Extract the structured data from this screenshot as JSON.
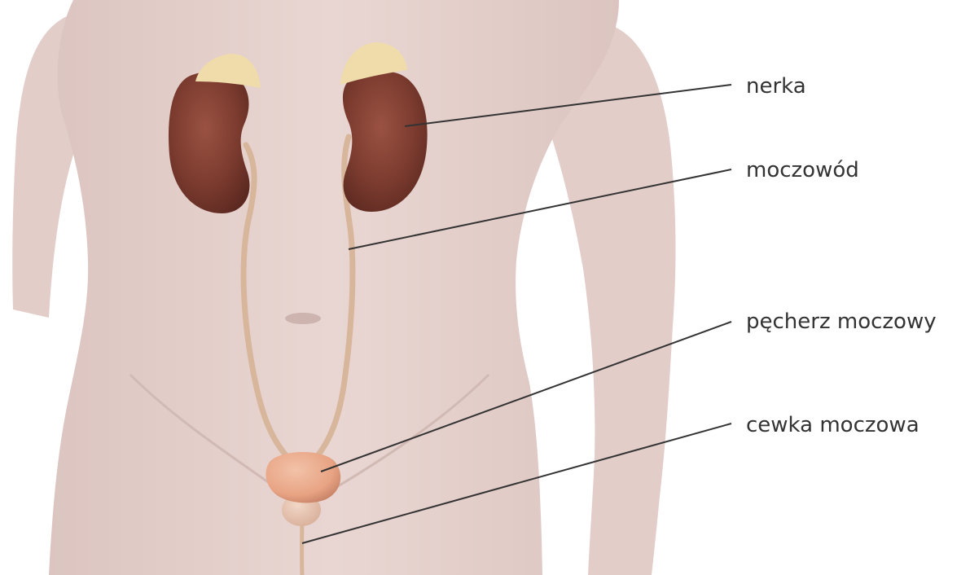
{
  "labels": {
    "kidney": "nerka",
    "ureter": "moczowód",
    "bladder": "pęcherz moczowy",
    "urethra": "cewka moczowa"
  },
  "colors": {
    "body": "#e6d2ce",
    "body_shadow": "#d8c0bb",
    "kidney": "#7a3a2e",
    "kidney_highlight": "#9a5242",
    "adrenal_gland": "#efdcaa",
    "ureter": "#d8b69c",
    "bladder": "#e8a484",
    "prostate": "#e6c1ad",
    "leader_line": "#333333",
    "label_text": "#333333"
  }
}
